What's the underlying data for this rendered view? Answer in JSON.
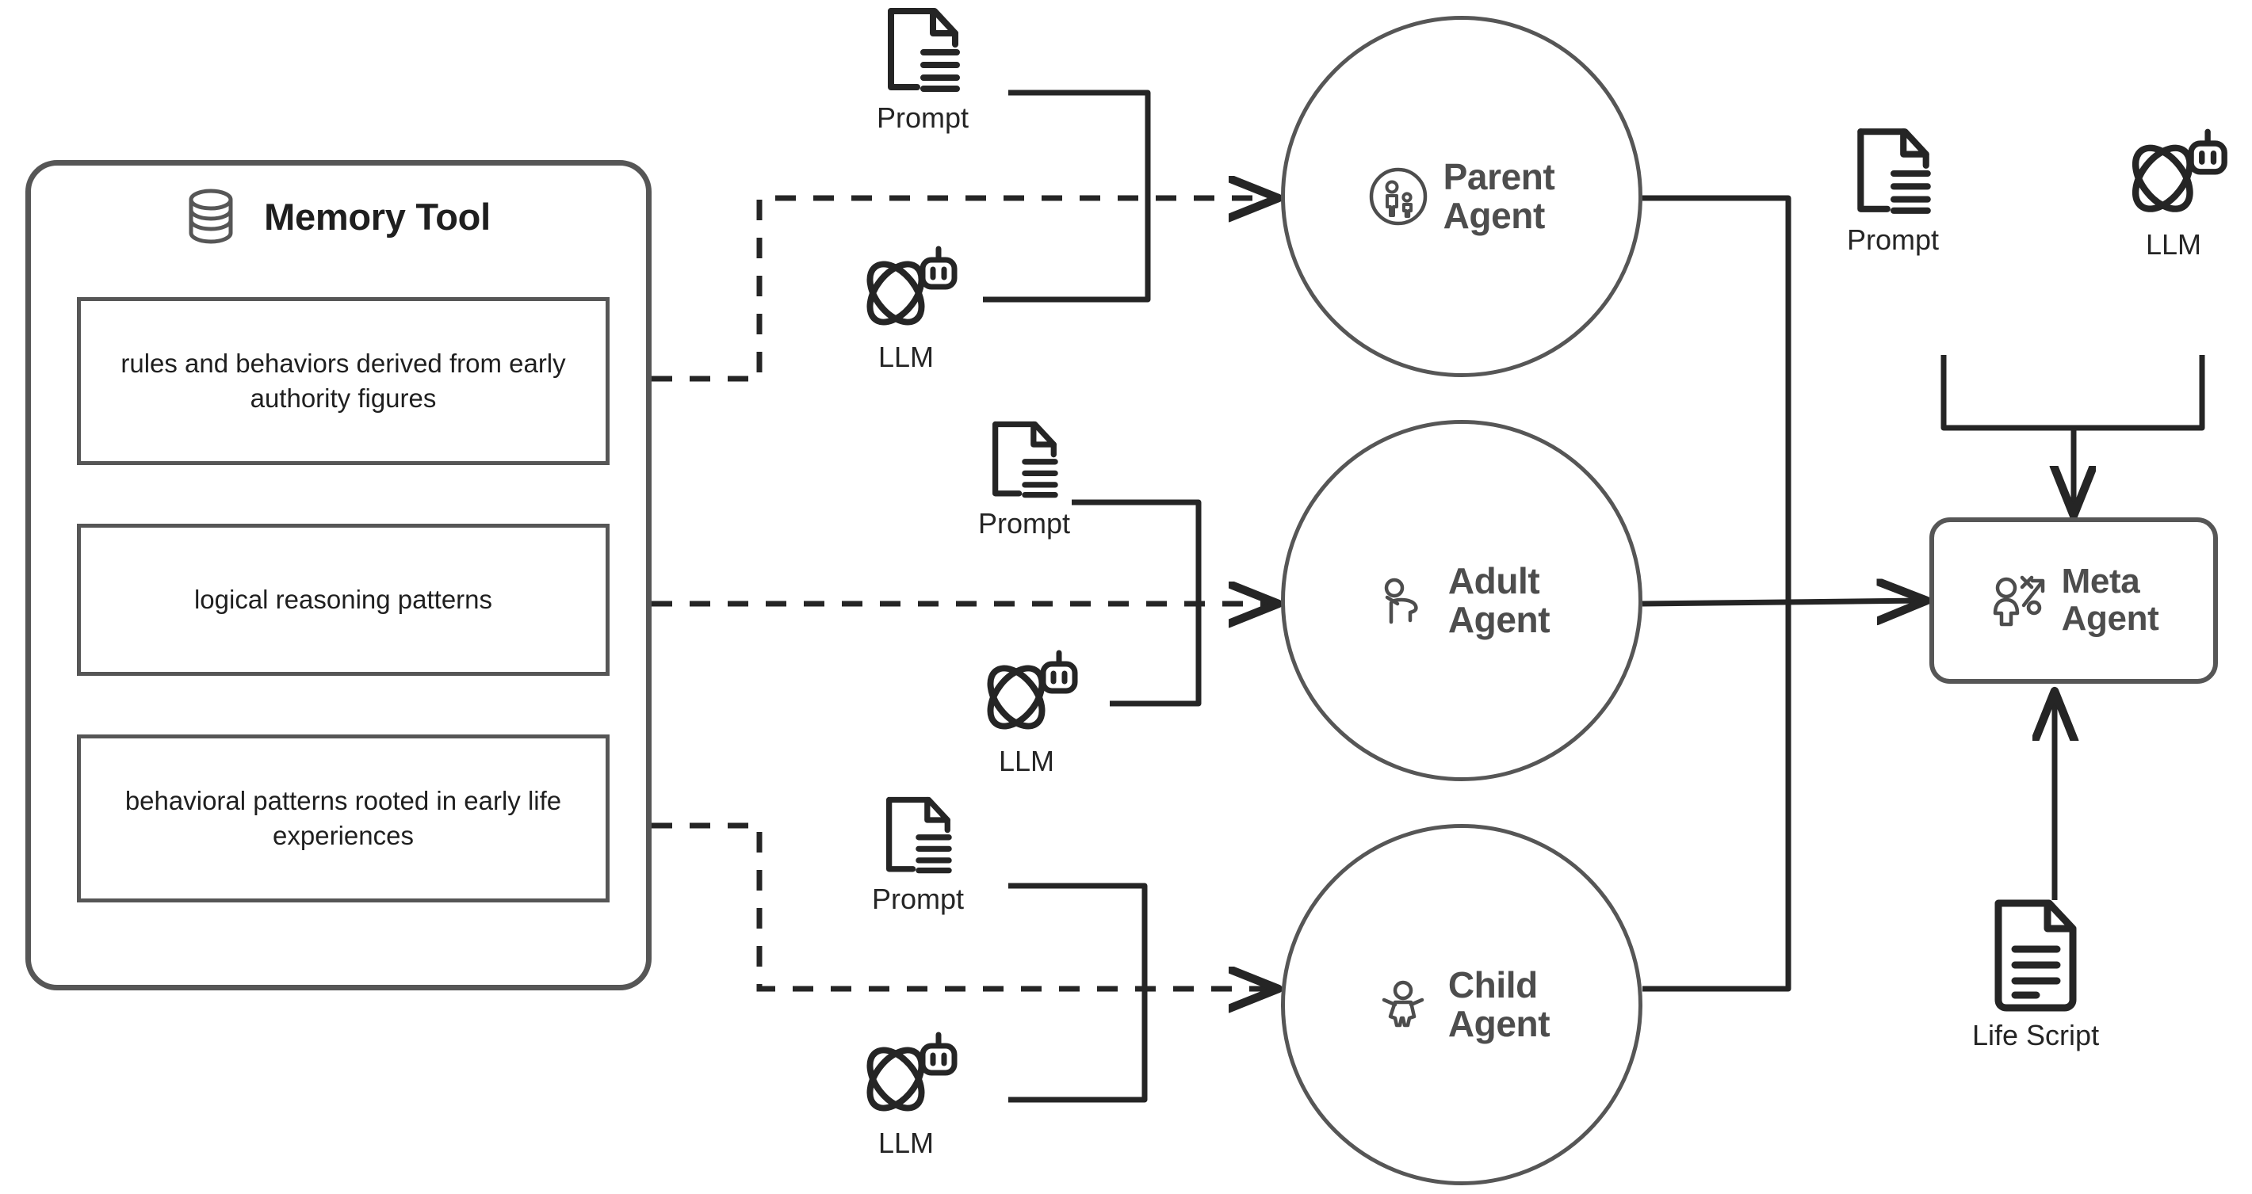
{
  "diagram": {
    "title": "Multi-agent architecture with Memory Tool, Parent/Adult/Child agents and Meta Agent",
    "colors": {
      "stroke": "#565656",
      "icon": "#252525",
      "text_dark": "#1f1f1f",
      "text_gray": "#4d4d4d",
      "background": "#ffffff"
    }
  },
  "memory_tool": {
    "title": "Memory Tool",
    "icon": "database-icon",
    "items": [
      {
        "text": "rules and behaviors derived\nfrom early authority figures"
      },
      {
        "text": "logical reasoning patterns"
      },
      {
        "text": "behavioral patterns rooted\nin early life experiences"
      }
    ]
  },
  "agents": [
    {
      "id": "parent",
      "label": "Parent\nAgent",
      "icon": "parent-child-icon",
      "shape": "circle"
    },
    {
      "id": "adult",
      "label": "Adult\nAgent",
      "icon": "adult-person-icon",
      "shape": "circle"
    },
    {
      "id": "child",
      "label": "Child\nAgent",
      "icon": "child-person-icon",
      "shape": "circle"
    },
    {
      "id": "meta",
      "label": "Meta\nAgent",
      "icon": "person-strategy-icon",
      "shape": "rounded-rect"
    }
  ],
  "assets": [
    {
      "id": "prompt-parent",
      "caption": "Prompt",
      "icon": "document-icon"
    },
    {
      "id": "llm-parent",
      "caption": "LLM",
      "icon": "llm-atom-robot-icon"
    },
    {
      "id": "prompt-adult",
      "caption": "Prompt",
      "icon": "document-icon"
    },
    {
      "id": "llm-adult",
      "caption": "LLM",
      "icon": "llm-atom-robot-icon"
    },
    {
      "id": "prompt-child",
      "caption": "Prompt",
      "icon": "document-icon"
    },
    {
      "id": "llm-child",
      "caption": "LLM",
      "icon": "llm-atom-robot-icon"
    },
    {
      "id": "prompt-meta",
      "caption": "Prompt",
      "icon": "document-icon"
    },
    {
      "id": "llm-meta",
      "caption": "LLM",
      "icon": "llm-atom-robot-icon"
    },
    {
      "id": "life-script",
      "caption": "Life Script",
      "icon": "document-lines-icon"
    }
  ],
  "connections": [
    {
      "from": "memory_tool.items.0",
      "to": "agents.parent",
      "style": "dashed"
    },
    {
      "from": "memory_tool.items.1",
      "to": "agents.adult",
      "style": "dashed"
    },
    {
      "from": "memory_tool.items.2",
      "to": "agents.child",
      "style": "dashed"
    },
    {
      "from": "prompt-parent",
      "to": "agents.parent",
      "style": "solid"
    },
    {
      "from": "llm-parent",
      "to": "agents.parent",
      "style": "solid"
    },
    {
      "from": "prompt-adult",
      "to": "agents.adult",
      "style": "solid"
    },
    {
      "from": "llm-adult",
      "to": "agents.adult",
      "style": "solid"
    },
    {
      "from": "prompt-child",
      "to": "agents.child",
      "style": "solid"
    },
    {
      "from": "llm-child",
      "to": "agents.child",
      "style": "solid"
    },
    {
      "from": "agents.parent",
      "to": "agents.meta",
      "style": "solid"
    },
    {
      "from": "agents.adult",
      "to": "agents.meta",
      "style": "solid"
    },
    {
      "from": "agents.child",
      "to": "agents.meta",
      "style": "solid"
    },
    {
      "from": "prompt-meta",
      "to": "agents.meta",
      "style": "solid"
    },
    {
      "from": "llm-meta",
      "to": "agents.meta",
      "style": "solid"
    },
    {
      "from": "life-script",
      "to": "agents.meta",
      "style": "solid"
    }
  ]
}
